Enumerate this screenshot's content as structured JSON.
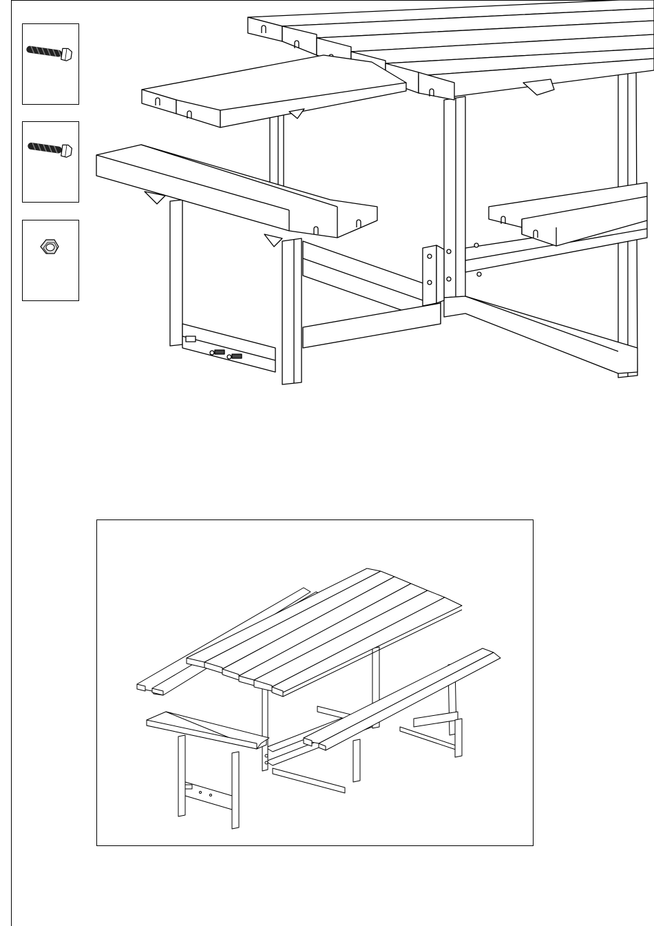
{
  "document": {
    "parts": [
      {
        "id": "bolt-long",
        "icon": "bolt-icon"
      },
      {
        "id": "bolt-short",
        "icon": "bolt-icon"
      },
      {
        "id": "nut",
        "icon": "hex-nut-icon"
      }
    ],
    "main_illustration": {
      "icon": "bench-assembly-detail-illustration"
    },
    "final_view": {
      "icon": "picnic-table-assembled-illustration"
    }
  }
}
